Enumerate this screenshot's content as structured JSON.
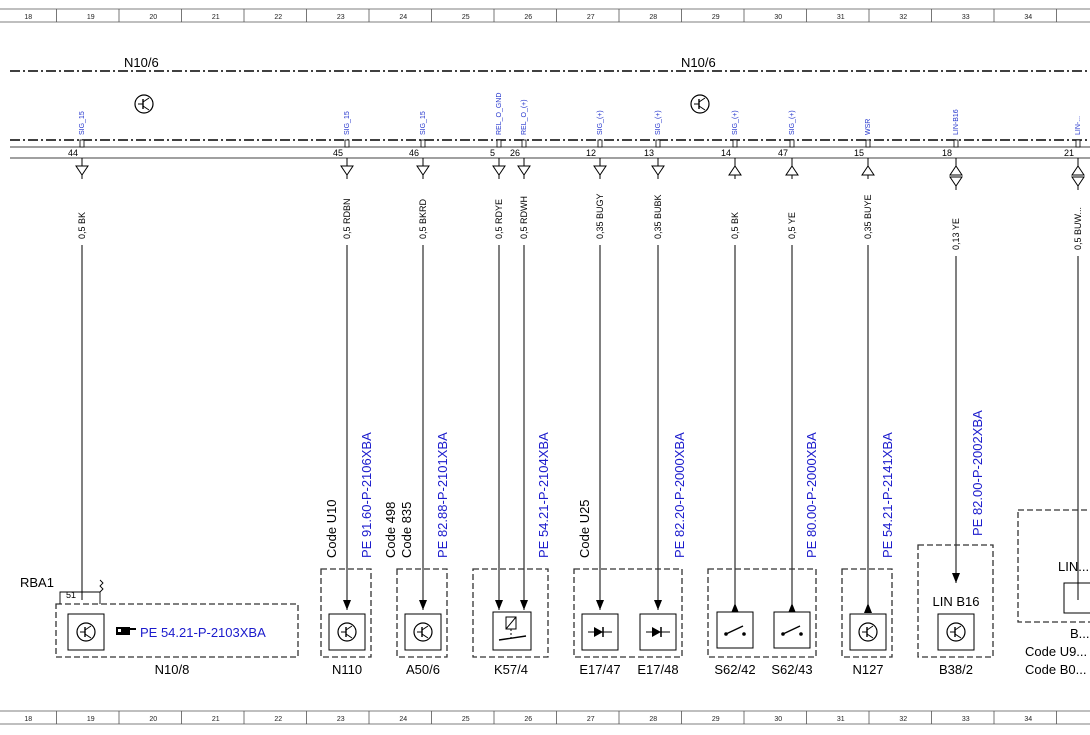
{
  "ruler": [
    "18",
    "19",
    "20",
    "21",
    "22",
    "23",
    "24",
    "25",
    "26",
    "27",
    "28",
    "29",
    "30",
    "31",
    "32",
    "33",
    "34"
  ],
  "module_label": "N10/6",
  "pins": [
    {
      "sig": "SIG_15",
      "num": "44",
      "wire": "0,5 BK",
      "dir": "in"
    },
    {
      "sig": "SIG_15",
      "num": "45",
      "wire": "0,5 RDBN",
      "dir": "in"
    },
    {
      "sig": "SIG_15",
      "num": "46",
      "wire": "0,5 BKRD",
      "dir": "in"
    },
    {
      "sig": "REL_O_GND",
      "num": "5",
      "wire": "0,5 RDYE",
      "dir": "in"
    },
    {
      "sig": "REL_O_(+)",
      "num": "26",
      "wire": "0,5 RDWH",
      "dir": "in"
    },
    {
      "sig": "SIG_(+)",
      "num": "12",
      "wire": "0,35 BUGY",
      "dir": "in"
    },
    {
      "sig": "SIG_(+)",
      "num": "13",
      "wire": "0,35 BUBK",
      "dir": "in"
    },
    {
      "sig": "SIG_(+)",
      "num": "14",
      "wire": "0,5 BK",
      "dir": "out"
    },
    {
      "sig": "SIG_(+)",
      "num": "47",
      "wire": "0,5 YE",
      "dir": "out"
    },
    {
      "sig": "WSR",
      "num": "15",
      "wire": "0,35 BUYE",
      "dir": "out"
    },
    {
      "sig": "LIN-B16",
      "num": "18",
      "wire": "0,13 YE",
      "dir": "bi"
    },
    {
      "sig": "LIN-...",
      "num": "21",
      "wire": "0,5 BUW...",
      "dir": "bi"
    }
  ],
  "refs": {
    "n110": "PE 91.60-P-2106XBA",
    "a50": "PE 82.88-P-2101XBA",
    "k57": "PE 54.21-P-2104XBA",
    "e17": "PE 82.20-P-2000XBA",
    "s62": "PE 80.00-P-2000XBA",
    "n127": "PE 54.21-P-2141XBA",
    "b38": "PE 82.00-P-2002XBA",
    "n108": "PE 54.21-P-2103XBA"
  },
  "codes": {
    "n110": "Code U10",
    "a50_1": "Code 498",
    "a50_2": "Code 835",
    "e17": "Code U25",
    "right_1": "Code U9...",
    "right_2": "Code B0..."
  },
  "rba": {
    "label": "RBA1",
    "pin": "51"
  },
  "components": {
    "n108": "N10/8",
    "n110": "N110",
    "a50": "A50/6",
    "k57": "K57/4",
    "e17_47": "E17/47",
    "e17_48": "E17/48",
    "s62_42": "S62/42",
    "s62_43": "S62/43",
    "n127": "N127",
    "b38": "B38/2",
    "b38_lin": "LIN B16",
    "right_lin": "LIN...",
    "right_b": "B..."
  }
}
